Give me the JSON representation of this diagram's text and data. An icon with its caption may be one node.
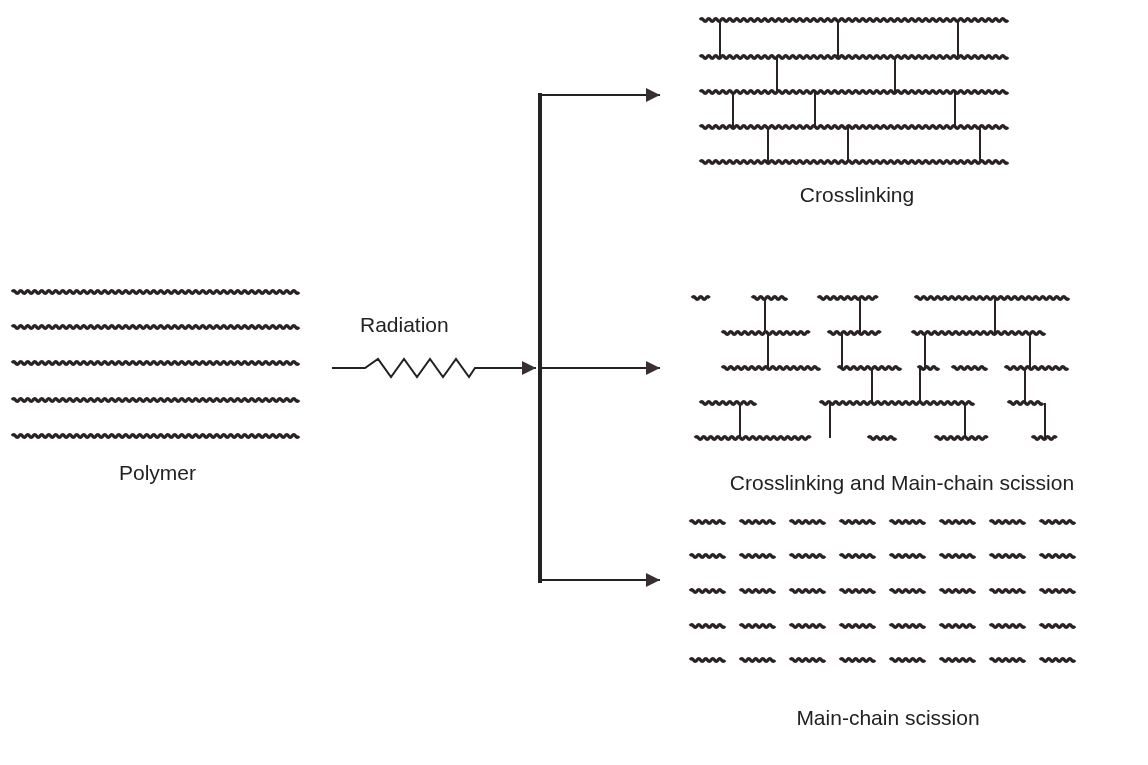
{
  "diagram": {
    "nodes": [
      {
        "text": [
          "Polymer"
        ]
      },
      {
        "text": [],
        "shape": "bar"
      },
      {
        "text": [
          "Crosslinking"
        ]
      },
      {
        "text": [
          "Crosslinking and Main-chain scission"
        ]
      },
      {
        "text": [
          "Main-chain scission"
        ]
      }
    ],
    "edges": [
      {
        "from": 0,
        "to": 1,
        "arrow": "to",
        "label": "Radiation"
      },
      {
        "from": 1,
        "to": 2,
        "arrow": "to"
      },
      {
        "from": 1,
        "to": 3,
        "arrow": "to"
      },
      {
        "from": 1,
        "to": 4,
        "arrow": "to"
      }
    ]
  }
}
